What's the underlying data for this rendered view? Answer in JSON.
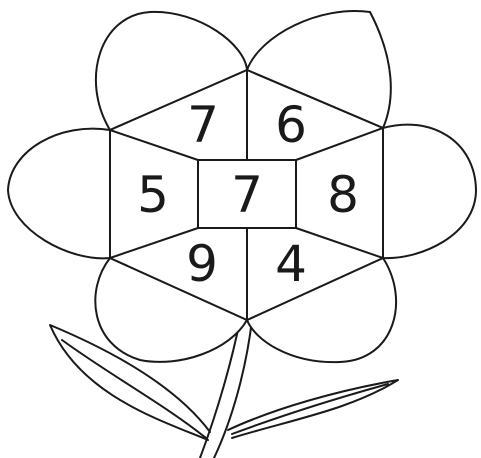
{
  "numbers": {
    "top_left": "7",
    "top_right": "6",
    "left": "5",
    "center": "7",
    "right": "8",
    "bottom_left": "9",
    "bottom_right": "4"
  },
  "colors": {
    "line": "#1a1a1a",
    "background": "#ffffff"
  }
}
